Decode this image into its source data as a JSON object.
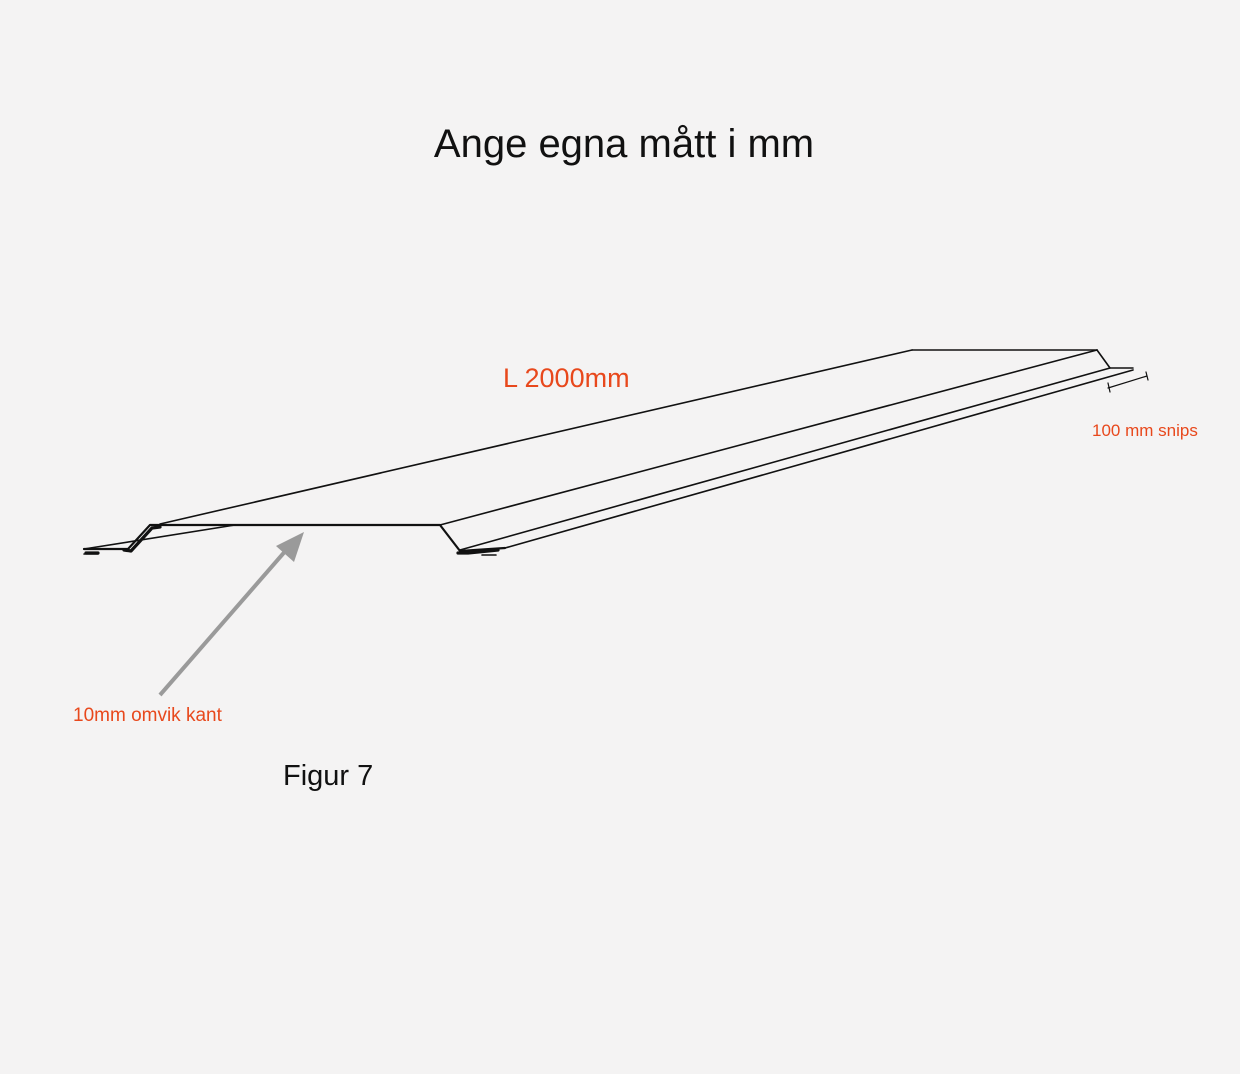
{
  "title": "Ange egna mått i mm",
  "length_label": "L 2000mm",
  "snips_label": "100 mm snips",
  "fold_label": "10mm omvik kant",
  "figure_caption": "Figur 7",
  "colors": {
    "background": "#f4f3f3",
    "annotation": "#e8481c",
    "line": "#111111",
    "arrow": "#9a9a9a"
  },
  "icons": {
    "arrow": "pointer-arrow-icon"
  }
}
